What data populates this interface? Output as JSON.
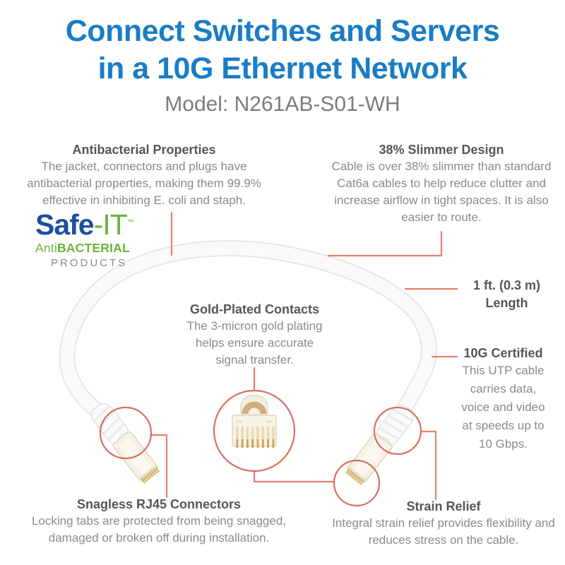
{
  "header": {
    "title_line1": "Connect Switches and Servers",
    "title_line2": "in a 10G Ethernet Network",
    "model": "Model: N261AB-S01-WH"
  },
  "logo": {
    "safe": "Safe",
    "hyphen": "-",
    "it": "IT",
    "tm": "™",
    "anti": "Anti",
    "bacterial": "BACTERIAL",
    "products": "PRODUCTS"
  },
  "callouts": {
    "antibacterial": {
      "title": "Antibacterial Properties",
      "body": "The jacket, connectors and plugs have antibacterial properties, making them 99.9% effective in inhibiting E. coli and staph."
    },
    "slimmer": {
      "title": "38% Slimmer Design",
      "body": "Cable is over 38% slimmer than standard Cat6a cables to help reduce clutter and increase airflow in tight spaces. It is also easier to route."
    },
    "gold": {
      "title": "Gold-Plated Contacts",
      "body": "The 3-micron gold plating helps ensure accurate signal transfer."
    },
    "length": {
      "line1": "1 ft. (0.3 m)",
      "line2": "Length"
    },
    "certified": {
      "title": "10G Certified",
      "body": "This UTP cable carries data, voice and video at speeds up to 10 Gbps."
    },
    "snagless": {
      "title": "Snagless RJ45 Connectors",
      "body": "Locking tabs are protected from being snagged, damaged or broken off during installation."
    },
    "strain": {
      "title": "Strain Relief",
      "body": "Integral strain relief provides flexibility and reduces stress on the cable."
    }
  },
  "colors": {
    "title": "#1a7dc5",
    "model": "#7c7c7c",
    "heading": "#565656",
    "body": "#8a8a8a",
    "leader": "#e8806a",
    "circle": "#d9705f",
    "logo-blue": "#1f4f9d",
    "logo-green": "#6cb33f",
    "logo-gray": "#8a8a8a"
  }
}
